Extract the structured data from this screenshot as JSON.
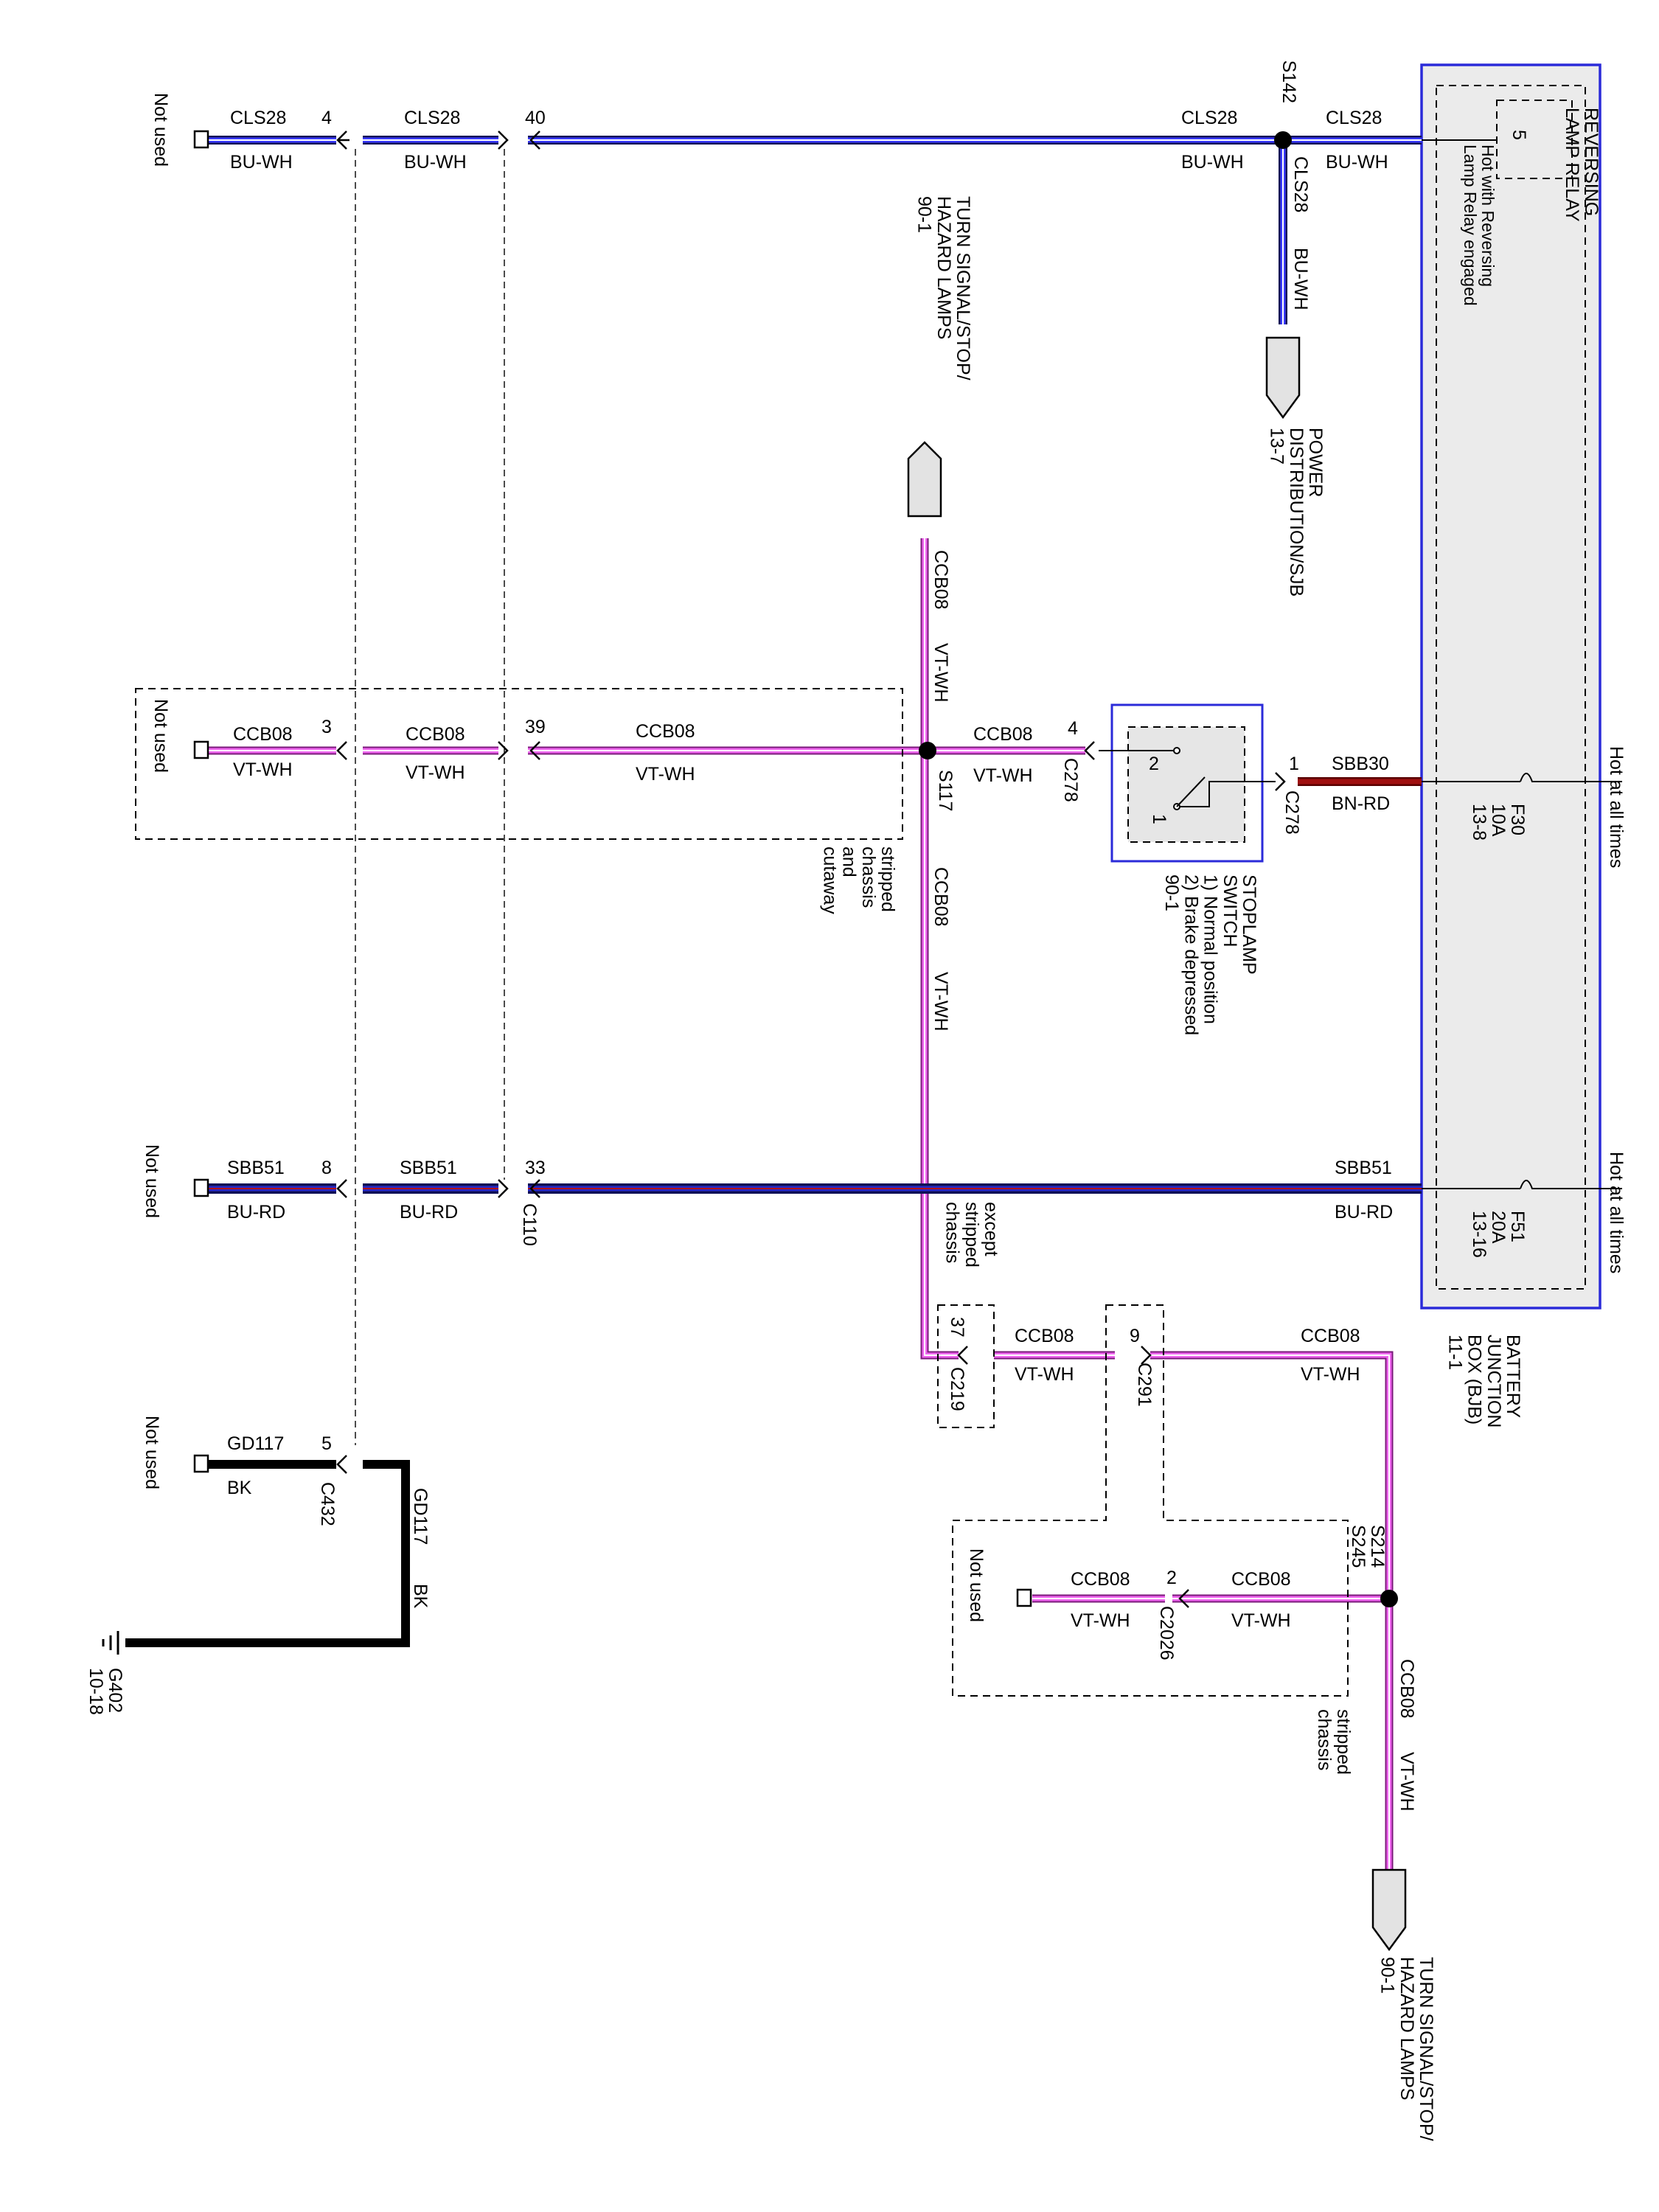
{
  "modules": {
    "bjb": {
      "label": "BATTERY\nJUNCTION\nBOX (BJB)\n11-1"
    },
    "relay": {
      "label": "REVERSING\nLAMP RELAY",
      "pin": "5",
      "note": "Hot with Reversing\nLamp Relay engaged"
    },
    "stoplamp_switch": {
      "label": "STOPLAMP\nSWITCH\n1) Normal position\n2) Brake depressed\n90-1",
      "pin_a": "2",
      "pin_b": "1"
    }
  },
  "fuses": [
    {
      "id": "F30",
      "rating": "10A",
      "ref": "13-8",
      "hot": "Hot at all times"
    },
    {
      "id": "F51",
      "rating": "20A",
      "ref": "13-16",
      "hot": "Hot at all times"
    }
  ],
  "splices": [
    "S142",
    "S117",
    "S214",
    "S245"
  ],
  "connectors": {
    "c_pin4_top": "4",
    "c_pin40": "40",
    "c_pin3": "3",
    "c_pin39": "39",
    "c_pin8": "8",
    "c_pin33": "33",
    "c110": "C110",
    "c_pin5": "5",
    "c432": "C432",
    "c278_pin4": "4",
    "c278_a": "C278",
    "c278_pin1": "1",
    "c278_b": "C278",
    "c219_pin": "37",
    "c219": "C219",
    "c291_pin": "9",
    "c291": "C291",
    "c2026_pin": "2",
    "c2026": "C2026"
  },
  "wires": {
    "cls28": "CLS28",
    "bu_wh": "BU-WH",
    "ccb08": "CCB08",
    "vt_wh": "VT-WH",
    "sbb30": "SBB30",
    "bn_rd": "BN-RD",
    "sbb51": "SBB51",
    "bu_rd": "BU-RD",
    "gd117": "GD117",
    "bk": "BK"
  },
  "references": {
    "power_dist": "POWER\nDISTRIBUTION/SJB\n13-7",
    "turn_top": "TURN SIGNAL/STOP/\nHAZARD LAMPS\n90-1",
    "turn_bottom": "TURN SIGNAL/STOP/\nHAZARD LAMPS\n90-1",
    "ground": "G402\n10-18"
  },
  "notes": {
    "not_used": "Not used",
    "stripped_cutaway": "stripped\nchassis\nand\ncutaway",
    "except_stripped": "except\nstripped\nchassis",
    "stripped": "stripped\nchassis"
  }
}
